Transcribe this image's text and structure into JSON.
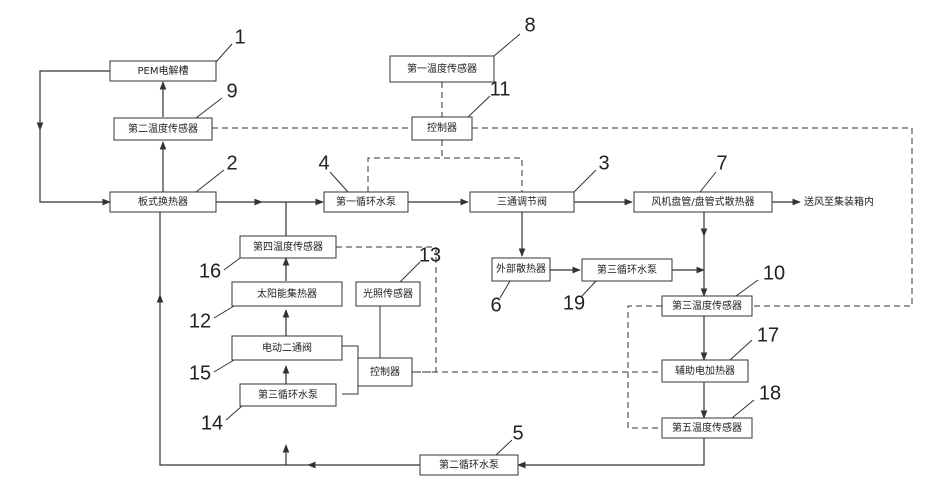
{
  "components": {
    "pem_cell": "PEM电解槽",
    "plate_heat_exchanger": "板式换热器",
    "three_way_valve": "三通调节阀",
    "first_pump": "第一循环水泵",
    "second_pump": "第二循环水泵",
    "external_radiator": "外部散热器",
    "fan_coil": "风机盘管/盘管式散热器",
    "first_temp_sensor": "第一温度传感器",
    "second_temp_sensor": "第二温度传感器",
    "third_temp_sensor": "第三温度传感器",
    "fourth_temp_sensor": "第四温度传感器",
    "fifth_temp_sensor": "第五温度传感器",
    "controller_top": "控制器",
    "controller_bottom": "控制器",
    "solar_collector": "太阳能集热器",
    "light_sensor": "光照传感器",
    "electric_valve": "电动二通阀",
    "third_pump": "第三循环水泵",
    "aux_heater": "辅助电加热器"
  },
  "outlet_label": "送风至集装箱内",
  "numbers": [
    "1",
    "2",
    "3",
    "4",
    "5",
    "6",
    "7",
    "8",
    "9",
    "10",
    "11",
    "12",
    "13",
    "14",
    "15",
    "16",
    "17",
    "18",
    "19"
  ]
}
